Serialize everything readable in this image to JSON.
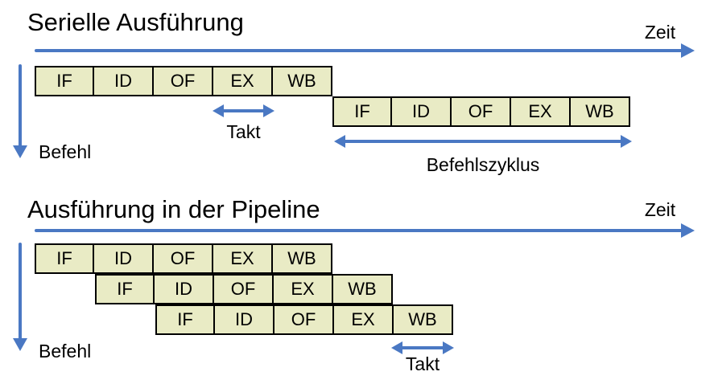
{
  "colors": {
    "arrow_blue": "#4a78c3",
    "stage_box_fill": "#e9ebc5",
    "stage_box_border": "#000000",
    "text": "#000000",
    "background": "#ffffff"
  },
  "serial": {
    "title": "Serielle Ausführung",
    "time_axis_label": "Zeit",
    "instruction_axis_label": "Befehl",
    "clock_label": "Takt",
    "cycle_label": "Befehlszyklus",
    "rows": [
      {
        "stages": [
          "IF",
          "ID",
          "OF",
          "EX",
          "WB"
        ]
      },
      {
        "stages": [
          "IF",
          "ID",
          "OF",
          "EX",
          "WB"
        ]
      }
    ]
  },
  "pipeline": {
    "title": "Ausführung in der Pipeline",
    "time_axis_label": "Zeit",
    "instruction_axis_label": "Befehl",
    "clock_label": "Takt",
    "rows": [
      {
        "stages": [
          "IF",
          "ID",
          "OF",
          "EX",
          "WB"
        ]
      },
      {
        "stages": [
          "IF",
          "ID",
          "OF",
          "EX",
          "WB"
        ]
      },
      {
        "stages": [
          "IF",
          "ID",
          "OF",
          "EX",
          "WB"
        ]
      }
    ]
  }
}
